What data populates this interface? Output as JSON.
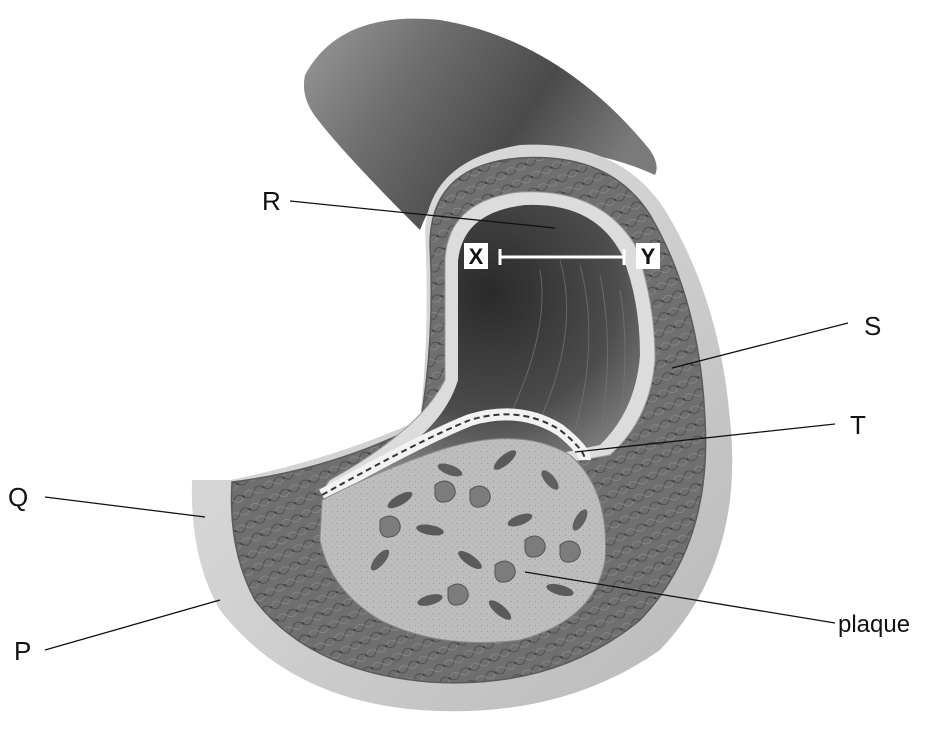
{
  "labels": {
    "R": "R",
    "S": "S",
    "T": "T",
    "Q": "Q",
    "P": "P",
    "plaque": "plaque"
  },
  "diameter_marker": {
    "start": "X",
    "end": "Y"
  }
}
